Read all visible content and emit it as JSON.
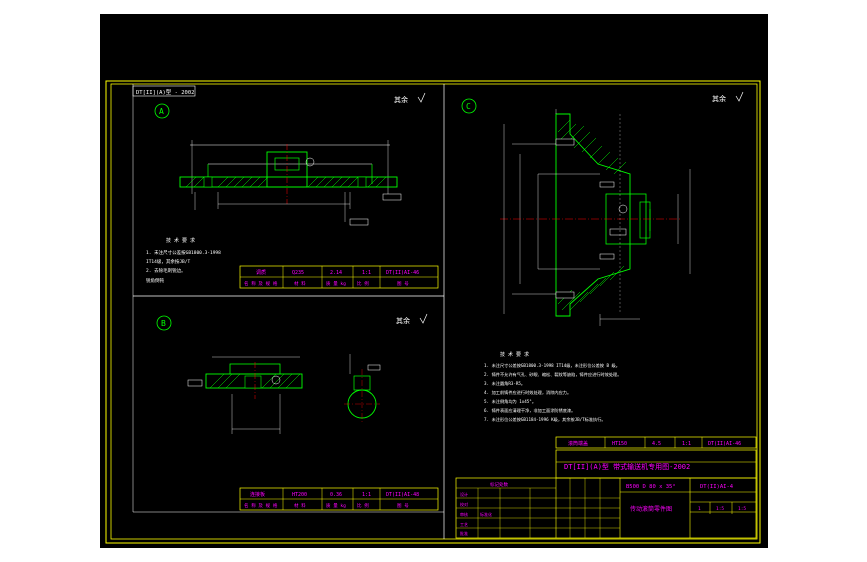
{
  "app": {
    "frame_colors": {
      "border": "#ffff00",
      "dimension": "#ffffff",
      "part": "#00ff00",
      "hatch": "#00ff00",
      "text_title": "#ff00ff",
      "note": "#ffffff",
      "table": "#ffff00"
    }
  },
  "drawing_number_box": "DT[II](A)型 - 2002",
  "views": {
    "a": {
      "label": "A",
      "roughness": "其余"
    },
    "b": {
      "label": "B",
      "roughness": "其余"
    },
    "c": {
      "label": "C",
      "roughness": "其余"
    }
  },
  "tech_req_a": {
    "title": "技 术 要 求",
    "lines": [
      "1. 未注尺寸公差按GB1800.3-1998",
      "   IT14级，其余按JB/T",
      "2. 去除毛刺锐边。",
      "   锐角倒钝"
    ]
  },
  "title_block_a": {
    "row1": [
      "调质",
      "Q235",
      "2.14",
      "1:1",
      "DT(II)AI-46"
    ],
    "row2": [
      "名 称 及 规 格",
      "材 料",
      "质 量 kg",
      "比 例",
      "图 号"
    ]
  },
  "title_block_b": {
    "row1": [
      "连接板",
      "HT200",
      "0.36",
      "1:1",
      "DT(II)AI-48"
    ],
    "row2": [
      "名 称 及 规 格",
      "材 料",
      "质 量 kg",
      "比 例",
      "图 号"
    ]
  },
  "tech_req_c": {
    "title": "技 术 要 求",
    "lines": [
      "1. 未注尺寸公差按GB1800.3-1998 IT14级，未注形位公差按 B 级。",
      "2. 铸件不允许有气孔、砂眼、缩松、裂纹等缺陷，铸件应进行时效处理。",
      "3. 未注圆角R3-R5。",
      "4. 加工前铸件应进行时效处理，消除内应力。",
      "5. 未注倒角均为 1x45°。",
      "6. 铸件表面应清理干净，非加工面涂防锈底漆。",
      "7. 未注形位公差按GB1184-1996 K级，其余按JB/T标准执行。"
    ]
  },
  "title_block_c": {
    "row1": [
      "滚筒端盖",
      "HT150",
      "4.5",
      "1:1",
      "DT(II)AI-46"
    ]
  },
  "main_title": "DT[II](A)型 带式输送机专用图-2002",
  "drawing_code_left": "B500 D 80 x 35°",
  "drawing_code_right": "DT(II)AI-4",
  "part_name_main": "传动滚筒零件图",
  "revision_table": {
    "header": "标记处数",
    "lines": [
      "设计",
      "校对",
      "审核",
      "工艺",
      "标准化",
      "批准"
    ]
  },
  "scale_cells": [
    "1",
    "1:5",
    "1:5"
  ]
}
